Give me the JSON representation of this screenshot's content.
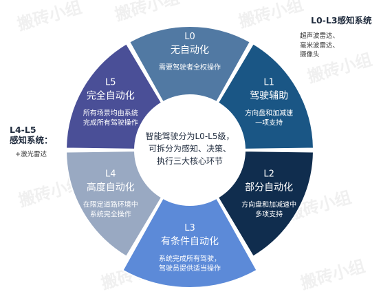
{
  "colors": {
    "L0": "#5179a3",
    "L1": "#1a5685",
    "L2": "#102d4e",
    "L3": "#5c8ad8",
    "L4": "#99a9c2",
    "L5": "#4a4f97",
    "text": "#ffffff",
    "center_text": "#1e2a3c"
  },
  "levels": [
    {
      "id": "L0",
      "code": "L0",
      "name": "无自动化",
      "desc": "需要驾驶者全权操作"
    },
    {
      "id": "L1",
      "code": "L1",
      "name": "驾驶辅助",
      "desc": "方向盘和加减速\n一项支持"
    },
    {
      "id": "L2",
      "code": "L2",
      "name": "部分自动化",
      "desc": "方向盘和加减速中\n多项支持"
    },
    {
      "id": "L3",
      "code": "L3",
      "name": "有条件自动化",
      "desc": "系统完成所有驾驶，\n驾驶员提供适当操作"
    },
    {
      "id": "L4",
      "code": "L4",
      "name": "高度自动化",
      "desc": "在限定道路环境中\n系统完全操作"
    },
    {
      "id": "L5",
      "code": "L5",
      "name": "完全自动化",
      "desc": "所有场景均由系统\n完成所有驾驶操作"
    }
  ],
  "center": {
    "lines": [
      "智能驾驶分为L0-L5级，",
      "可拆分为感知、决策、",
      "执行三大核心环节"
    ]
  },
  "right_panel": {
    "title": "L0-L3感知系统",
    "items": [
      "超声波雷达、",
      "毫米波雷达、",
      "摄像头"
    ]
  },
  "left_panel": {
    "title": "L4-L5\n感知系统：",
    "items": [
      "+激光雷达"
    ]
  },
  "watermark": "搬砖小组"
}
